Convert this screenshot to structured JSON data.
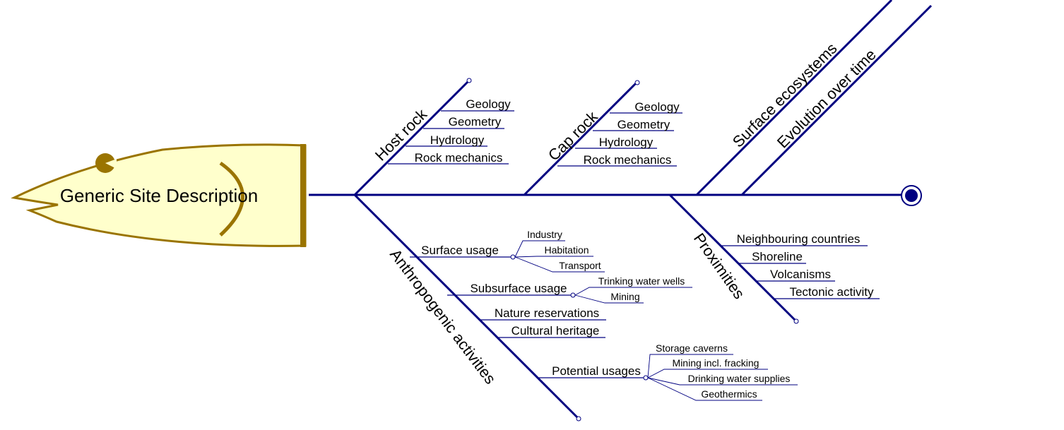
{
  "head": {
    "label": "Generic Site Description"
  },
  "colors": {
    "bone": "#000080",
    "head_fill": "#ffffcc",
    "head_stroke": "#9a7400"
  },
  "branches": {
    "host_rock": {
      "label": "Host rock",
      "items": [
        "Geology",
        "Geometry",
        "Hydrology",
        "Rock mechanics"
      ]
    },
    "cap_rock": {
      "label": "Cap rock",
      "items": [
        "Geology",
        "Geometry",
        "Hydrology",
        "Rock mechanics"
      ]
    },
    "surface_ecosystems": {
      "label": "Surface ecosystems"
    },
    "evolution": {
      "label": "Evolution over time"
    },
    "anthropogenic": {
      "label": "Anthropogenic activities",
      "surface_usage": {
        "label": "Surface usage",
        "items": [
          "Industry",
          "Habitation",
          "Transport"
        ]
      },
      "subsurface_usage": {
        "label": "Subsurface usage",
        "items": [
          "Trinking water wells",
          "Mining"
        ]
      },
      "nature_reservations": "Nature reservations",
      "cultural_heritage": "Cultural heritage",
      "potential_usages": {
        "label": "Potential usages",
        "items": [
          "Storage caverns",
          "Mining incl. fracking",
          "Drinking water supplies",
          "Geothermics"
        ]
      }
    },
    "proximities": {
      "label": "Proximities",
      "items": [
        "Neighbouring countries",
        "Shoreline",
        "Volcanisms",
        "Tectonic activity"
      ]
    }
  }
}
